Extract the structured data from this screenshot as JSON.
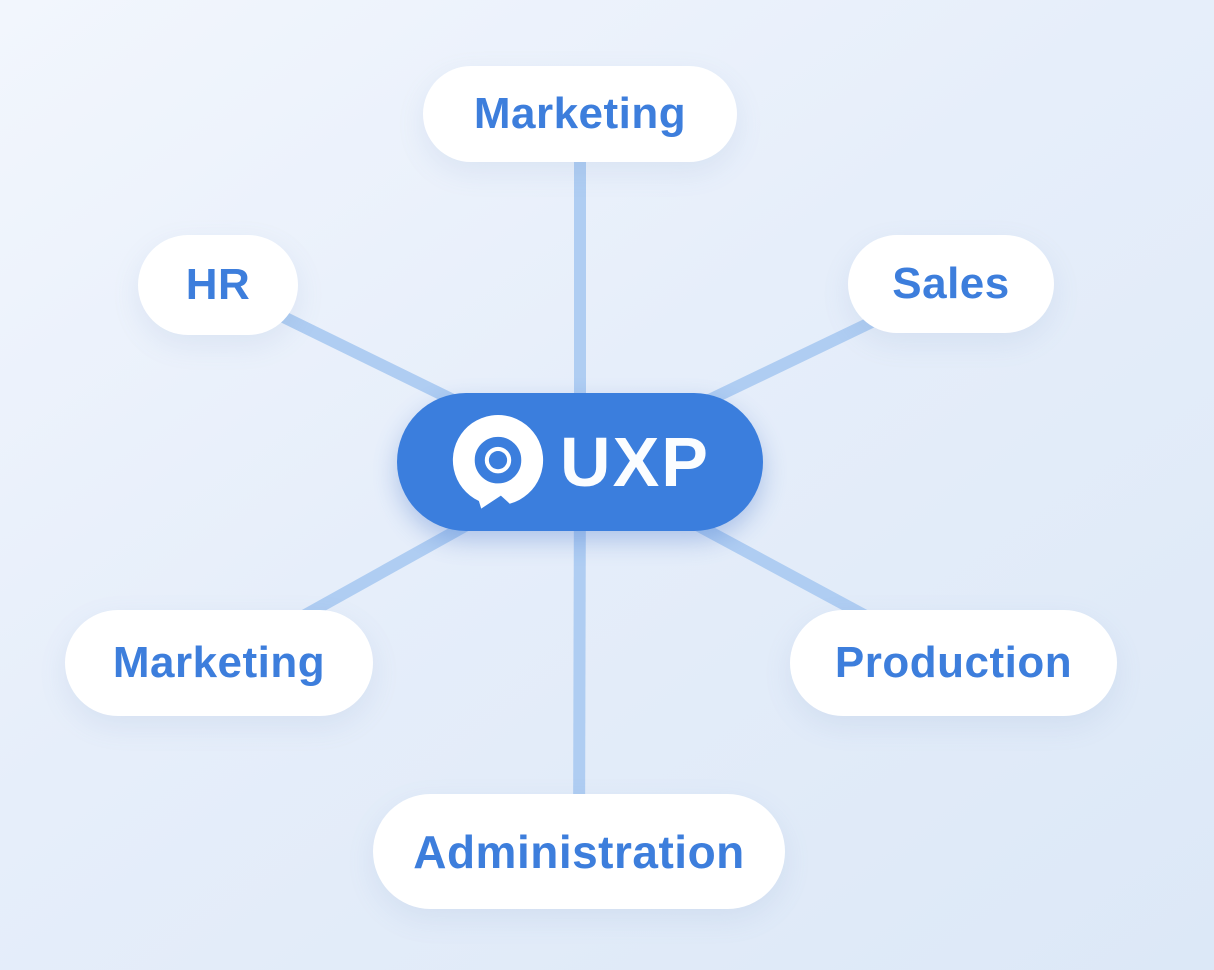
{
  "diagram": {
    "type": "mind-map",
    "center": {
      "label": "UXP",
      "icon": "uxp-target-speech-bubble-logo-icon"
    },
    "nodes": [
      {
        "position": "top",
        "label": "Marketing"
      },
      {
        "position": "upper-left",
        "label": "HR"
      },
      {
        "position": "upper-right",
        "label": "Sales"
      },
      {
        "position": "lower-left",
        "label": "Marketing"
      },
      {
        "position": "lower-right",
        "label": "Production"
      },
      {
        "position": "bottom",
        "label": "Administration"
      }
    ],
    "colors": {
      "background_gradient_start": "#F2F6FD",
      "background_gradient_end": "#DCE8F7",
      "node_fill": "#FFFFFF",
      "node_text": "#3D7EDC",
      "center_fill": "#3B7EDD",
      "center_text": "#FBFDFF",
      "connector": "#AFCDF2"
    }
  }
}
